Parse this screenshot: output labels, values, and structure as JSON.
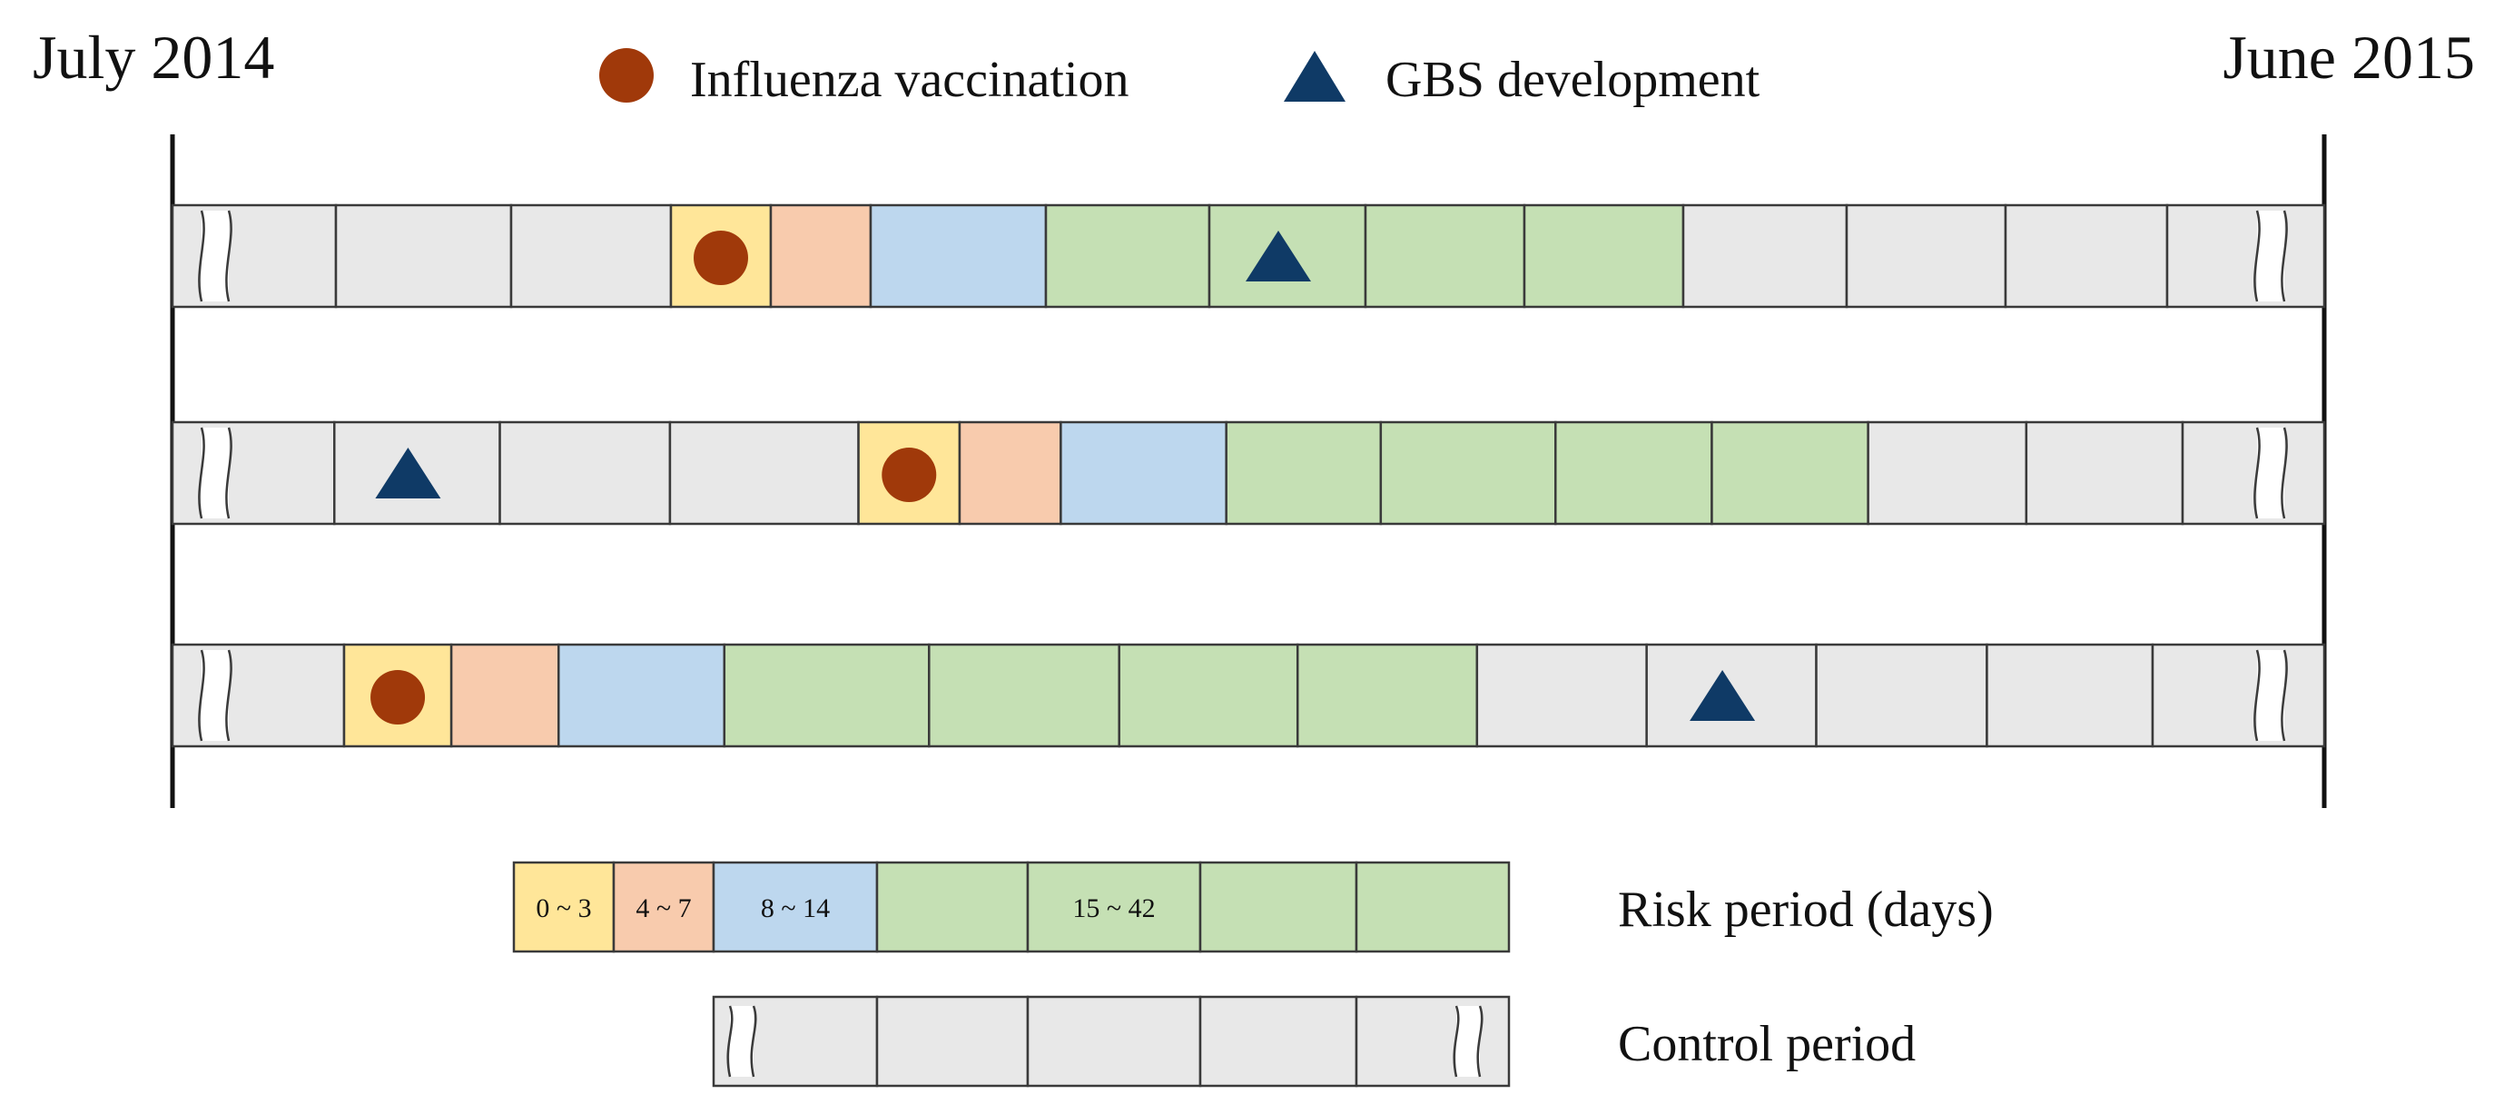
{
  "header": {
    "start_label": "July 2014",
    "end_label": "June 2015"
  },
  "legend": {
    "vaccination_label": "Influenza vaccination",
    "vaccination_icon": "circle-icon",
    "gbs_label": "GBS development",
    "gbs_icon": "triangle-icon"
  },
  "colors": {
    "background_period": "#e8e8e8",
    "risk_0_3": "#ffe699",
    "risk_4_7": "#f8cbad",
    "risk_8_14": "#bdd7ee",
    "risk_15_42": "#c5e0b4",
    "vaccination_marker": "#a0390a",
    "gbs_marker": "#0f3a66",
    "outline": "#3a3a3a"
  },
  "timelines": [
    {
      "cells": [
        "gray",
        "gray",
        "gray",
        "yellow",
        "orange",
        "blue",
        "green",
        "green",
        "green",
        "green",
        "gray",
        "gray",
        "gray",
        "gray"
      ],
      "vaccination_cell": 3,
      "gbs_cell": 7
    },
    {
      "cells": [
        "gray",
        "gray",
        "gray",
        "gray",
        "yellow",
        "orange",
        "blue",
        "green",
        "green",
        "green",
        "green",
        "gray",
        "gray",
        "gray"
      ],
      "vaccination_cell": 4,
      "gbs_cell": 1
    },
    {
      "cells": [
        "gray",
        "yellow",
        "orange",
        "blue",
        "green",
        "green",
        "green",
        "green",
        "gray",
        "gray",
        "gray",
        "gray",
        "gray"
      ],
      "vaccination_cell": 1,
      "gbs_cell": 9
    }
  ],
  "risk_key": {
    "label": "Risk period (days)",
    "segments": [
      {
        "color": "yellow",
        "text": "0 ~ 3"
      },
      {
        "color": "orange",
        "text": "4 ~ 7"
      },
      {
        "color": "blue",
        "text": "8 ~ 14"
      },
      {
        "color": "green",
        "text": "15 ~ 42"
      }
    ]
  },
  "control_key": {
    "label": "Control period"
  }
}
